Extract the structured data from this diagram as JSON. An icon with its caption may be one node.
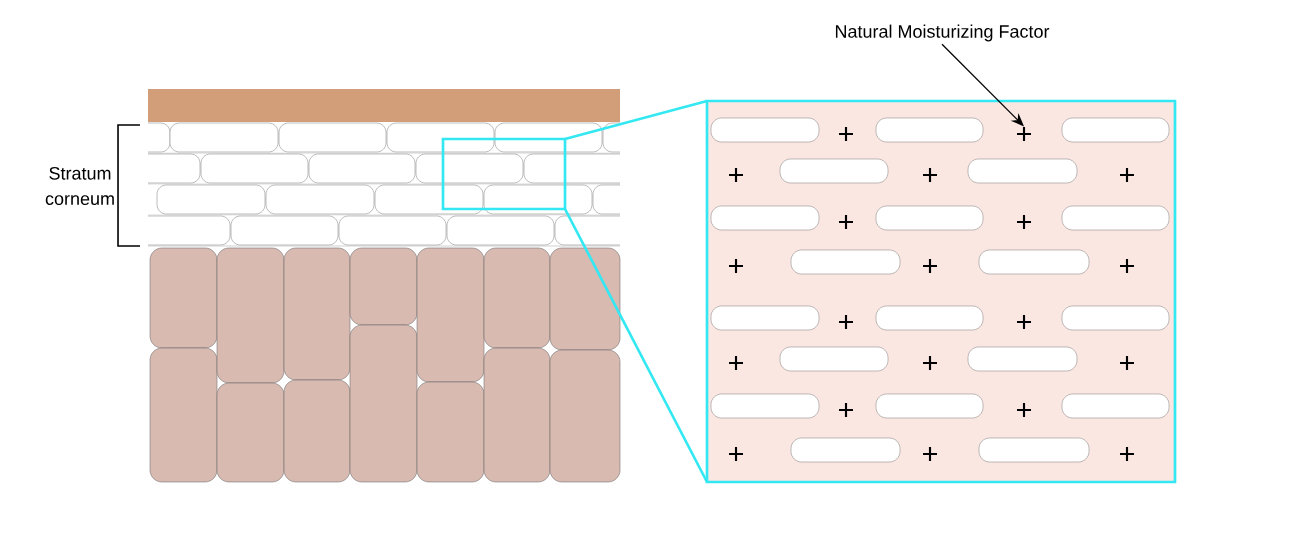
{
  "diagram": {
    "nodes": [
      {
        "text": [
          "Natural Moisturizing Factor"
        ]
      },
      {
        "text": [],
        "shape": "cross"
      }
    ],
    "edges": [
      {
        "from": 0,
        "to": 1,
        "arrow": "to"
      }
    ],
    "labels": [
      "Stratum corneum"
    ]
  }
}
